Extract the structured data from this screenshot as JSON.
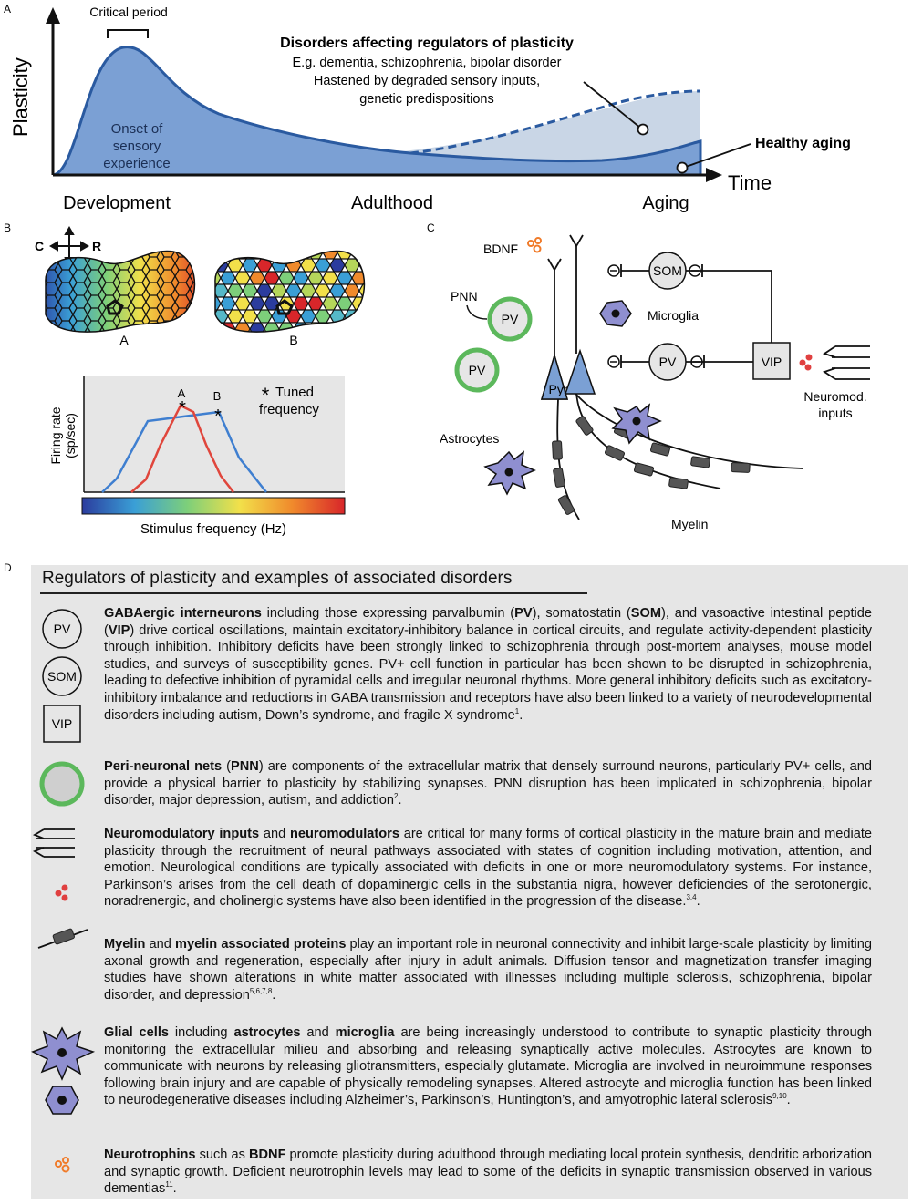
{
  "panel_labels": {
    "a": "A",
    "b": "B",
    "c": "C",
    "d": "D"
  },
  "panel_a": {
    "ylabel": "Plasticity",
    "xlabel": "Time",
    "critical_period": "Critical period",
    "onset": [
      "Onset of",
      "sensory",
      "experience"
    ],
    "disorders_title": "Disorders affecting regulators of plasticity",
    "disorders_lines": [
      "E.g. dementia, schizophrenia, bipolar disorder",
      "Hastened by degraded sensory inputs,",
      "genetic predispositions"
    ],
    "healthy_aging": "Healthy aging",
    "stages": [
      "Development",
      "Adulthood",
      "Aging"
    ],
    "colors": {
      "fill": "#7ba0d4",
      "line": "#2a5aa0",
      "disorder_fill": "#c9d6e6"
    }
  },
  "panel_b": {
    "compass_c": "C",
    "compass_r": "R",
    "map_a_label": "A",
    "map_b_label": "B",
    "legend_label": "Tuned",
    "legend_label2": "frequency",
    "ylabel": [
      "Firing rate",
      "(sp/sec)"
    ],
    "xlabel": "Stimulus frequency (Hz)",
    "curve_a_label": "A",
    "curve_b_label": "B",
    "colors": {
      "curve_a": "#e0463c",
      "curve_b": "#3f7fd0"
    }
  },
  "panel_c": {
    "bdnf": "BDNF",
    "pnn": "PNN",
    "pv": "PV",
    "som": "SOM",
    "vip": "VIP",
    "pyr": "Pyr",
    "microglia": "Microglia",
    "astrocytes": "Astrocytes",
    "myelin": "Myelin",
    "neuromod": [
      "Neuromod.",
      "inputs"
    ],
    "colors": {
      "glia": "#8f8fd0",
      "pnn_ring": "#5cb85c",
      "pyramidal": "#7ba0d4",
      "bdnf": "#f07b2a",
      "neuromod": "#e04040",
      "myelin": "#555555"
    }
  },
  "panel_d": {
    "heading": "Regulators of plasticity and examples of associated disorders",
    "icon_labels": {
      "pv": "PV",
      "som": "SOM",
      "vip": "VIP"
    },
    "sections": [
      {
        "parts": [
          [
            "b",
            "GABAergic interneurons"
          ],
          [
            "t",
            " including those expressing parvalbumin ("
          ],
          [
            "b",
            "PV"
          ],
          [
            "t",
            "), somatostatin ("
          ],
          [
            "b",
            "SOM"
          ],
          [
            "t",
            "), and vasoactive intestinal peptide ("
          ],
          [
            "b",
            "VIP"
          ],
          [
            "t",
            ") drive cortical oscillations, maintain excitatory-inhibitory balance in cortical circuits, and regulate activity-dependent plasticity through inhibition. Inhibitory deficits have been strongly linked to schizophrenia through post-mortem analyses, mouse model studies, and surveys of susceptibility genes. PV+ cell function in particular has been shown to be disrupted in schizophrenia, leading to defective inhibition of pyramidal cells and irregular neuronal rhythms. More general inhibitory deficits such as excitatory-inhibitory imbalance and reductions in GABA transmission and receptors have also been linked to a variety of neurodevelopmental disorders including autism, Down’s syndrome, and fragile X syndrome"
          ],
          [
            "s",
            "1"
          ],
          [
            "t",
            "."
          ]
        ]
      },
      {
        "parts": [
          [
            "b",
            "Peri-neuronal nets"
          ],
          [
            "t",
            " ("
          ],
          [
            "b",
            "PNN"
          ],
          [
            "t",
            ") are components of the extracellular matrix that densely surround neurons, particularly PV+ cells, and provide a physical barrier to plasticity by stabilizing synapses. PNN disruption has been implicated in schizophrenia, bipolar disorder, major depression, autism, and addiction"
          ],
          [
            "s",
            "2"
          ],
          [
            "t",
            "."
          ]
        ]
      },
      {
        "parts": [
          [
            "b",
            "Neuromodulatory inputs"
          ],
          [
            "t",
            " and "
          ],
          [
            "b",
            "neuromodulators"
          ],
          [
            "t",
            " are critical for many forms of cortical plasticity in the mature brain and mediate plasticity through the recruitment of neural pathways associated with states of cognition including motivation, attention, and emotion. Neurological conditions are typically associated with deficits in one or more neuromodulatory systems. For instance, Parkinson’s arises from the cell death of dopaminergic cells in the substantia nigra, however deficiencies of the serotonergic, noradrenergic, and cholinergic systems have also been identified in the progression of the disease."
          ],
          [
            "s",
            "3,4"
          ],
          [
            "t",
            "."
          ]
        ]
      },
      {
        "parts": [
          [
            "b",
            "Myelin"
          ],
          [
            "t",
            " and "
          ],
          [
            "b",
            "myelin associated proteins"
          ],
          [
            "t",
            " play an important role in neuronal connectivity and inhibit large-scale plasticity by limiting axonal growth and regeneration, especially after injury in adult animals. Diffusion tensor  and magnetization transfer imaging studies have shown alterations in white matter associated with illnesses including multiple sclerosis, schizophrenia, bipolar disorder, and depression"
          ],
          [
            "s",
            "5,6,7,8"
          ],
          [
            "t",
            "."
          ]
        ]
      },
      {
        "parts": [
          [
            "b",
            "Glial cells"
          ],
          [
            "t",
            " including "
          ],
          [
            "b",
            "astrocytes"
          ],
          [
            "t",
            " and "
          ],
          [
            "b",
            "microglia"
          ],
          [
            "t",
            " are being increasingly understood to contribute to synaptic plasticity through monitoring the extracellular milieu and absorbing and releasing synaptically active molecules. Astrocytes are known to communicate with neurons by releasing gliotransmitters, especially glutamate. Microglia are involved in neuroimmune responses following brain injury and are capable of physically remodeling synapses. Altered astrocyte and microglia function has been linked to neurodegenerative diseases including Alzheimer’s, Parkinson’s, Huntington’s, and amyotrophic lateral sclerosis"
          ],
          [
            "s",
            "9,10"
          ],
          [
            "t",
            "."
          ]
        ]
      },
      {
        "parts": [
          [
            "b",
            "Neurotrophins"
          ],
          [
            "t",
            " such as "
          ],
          [
            "b",
            "BDNF"
          ],
          [
            "t",
            " promote plasticity during adulthood through mediating local protein synthesis, dendritic arborization and synaptic growth. Deficient neurotrophin levels may lead to some of the deficits in synaptic transmission observed in various dementias"
          ],
          [
            "s",
            "11"
          ],
          [
            "t",
            "."
          ]
        ]
      }
    ]
  }
}
